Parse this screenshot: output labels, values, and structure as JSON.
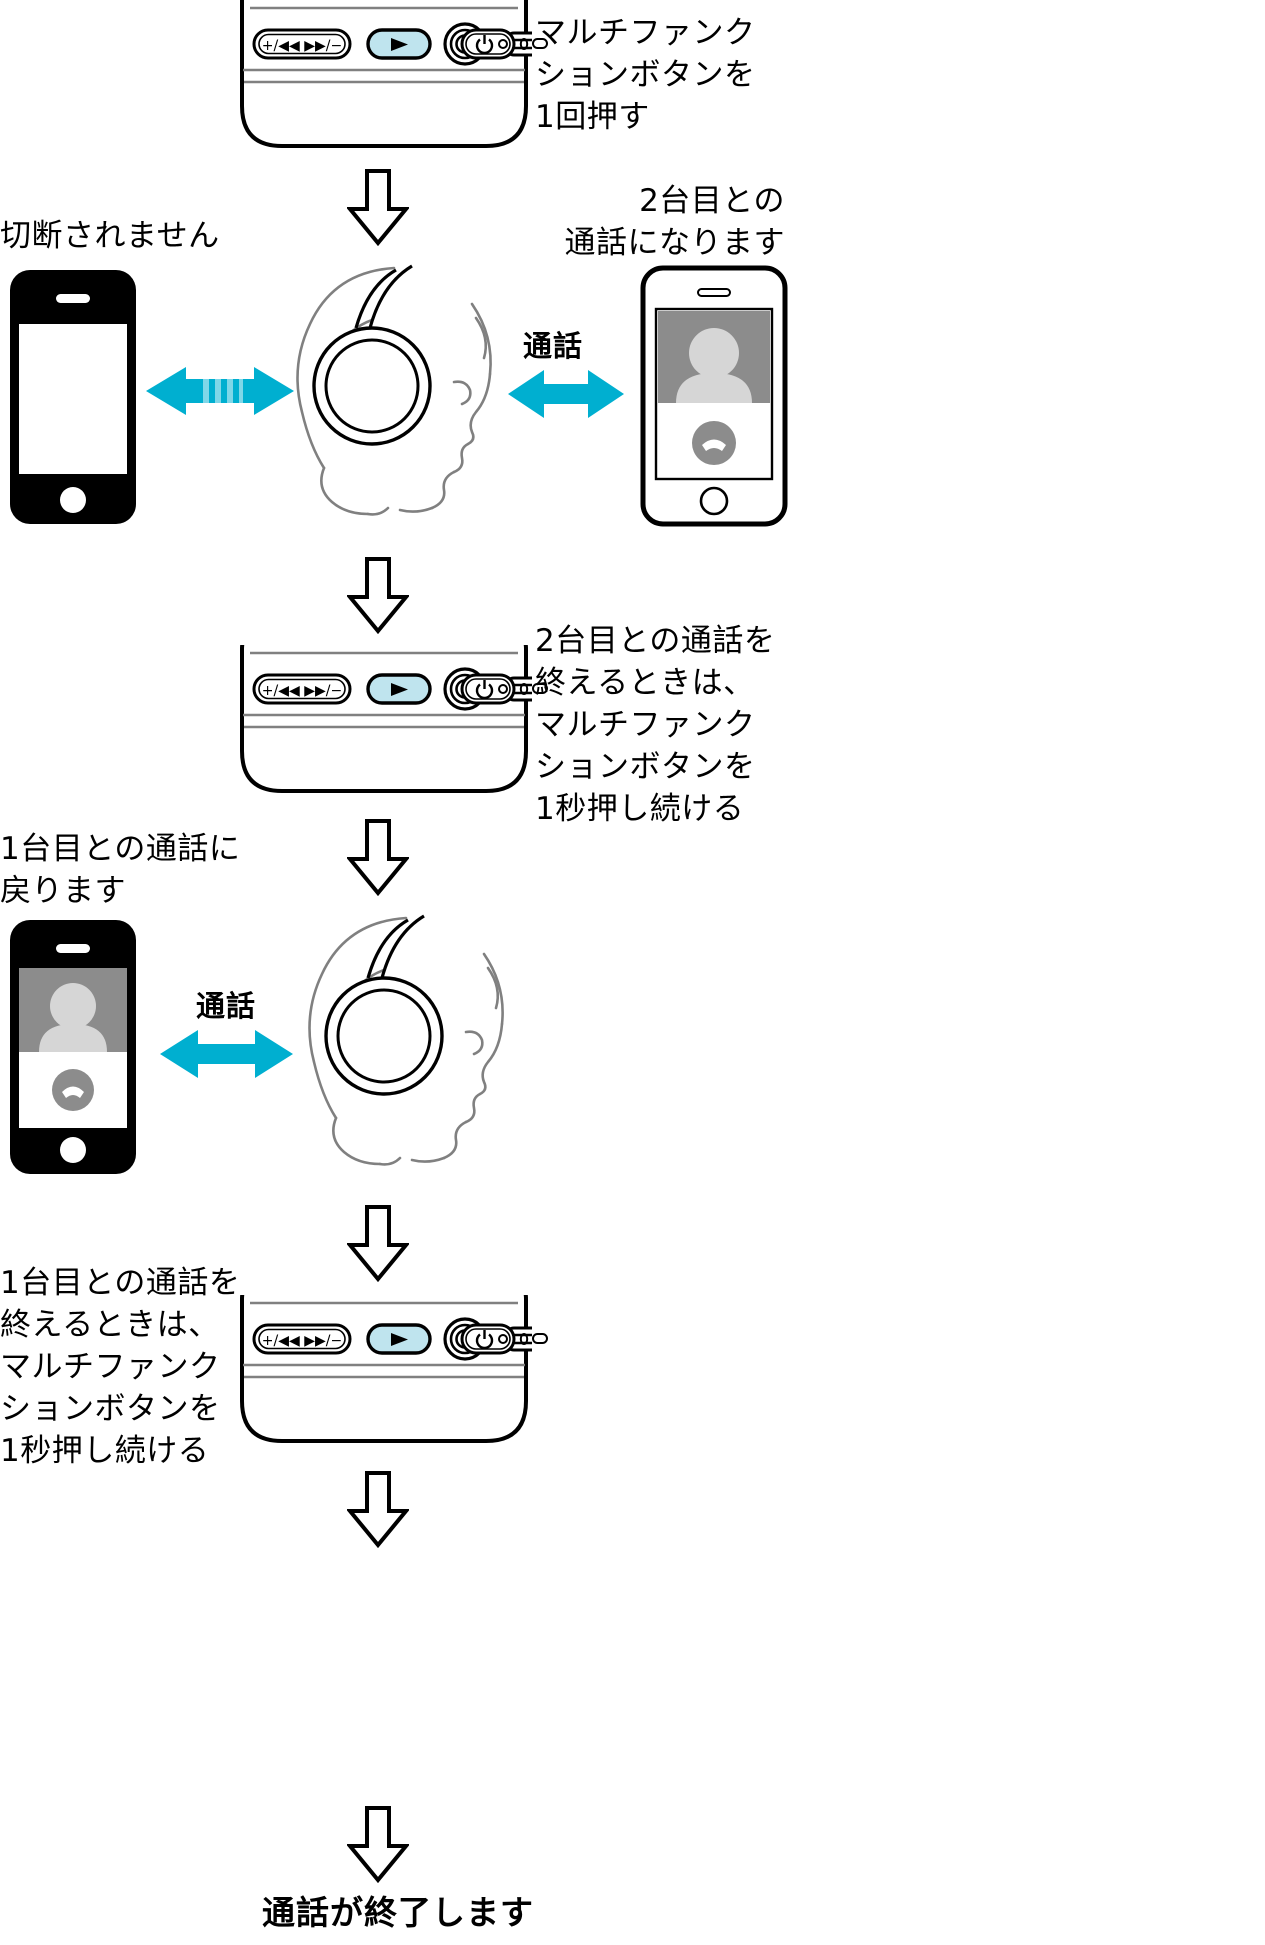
{
  "diagram": {
    "title": "Bluetooth multipoint call switching instructions",
    "colors": {
      "cyan": "#00AFD0",
      "cyan_stripe_light": "#7FD7E8",
      "play_button_fill": "#BFE4EE",
      "avatar_background": "#8C8C8C",
      "avatar_silhouette": "#D6D6D6",
      "hangup_button": "#8C8C8C",
      "outline": "#000000",
      "device_line": "#808080"
    },
    "steps": [
      {
        "id": "step-1",
        "device_label": "マルチファンク\nションボタンを\n1回押す"
      },
      {
        "id": "step-2",
        "left_phone_label": "切断されません",
        "right_phone_label": "2台目との\n通話になります",
        "call_label": "通話"
      },
      {
        "id": "step-3",
        "device_label": "2台目との通話を\n終えるときは、\nマルチファンク\nションボタンを\n1秒押し続ける"
      },
      {
        "id": "step-4",
        "phone_label": "1台目との通話に\n戻ります",
        "call_label": "通話"
      },
      {
        "id": "step-5",
        "device_label": "1台目との通話を\n終えるときは、\nマルチファンク\nションボタンを\n1秒押し続ける"
      }
    ],
    "result": "通話が終了します",
    "device_buttons": {
      "track_control": "+/◀◀ ▶▶/−",
      "play_pause": "▶",
      "jack": "audio-jack",
      "usb": "usb-port",
      "power": "⏻",
      "indicator_led": "led-indicator",
      "indicator_slot": "status-slot"
    }
  }
}
